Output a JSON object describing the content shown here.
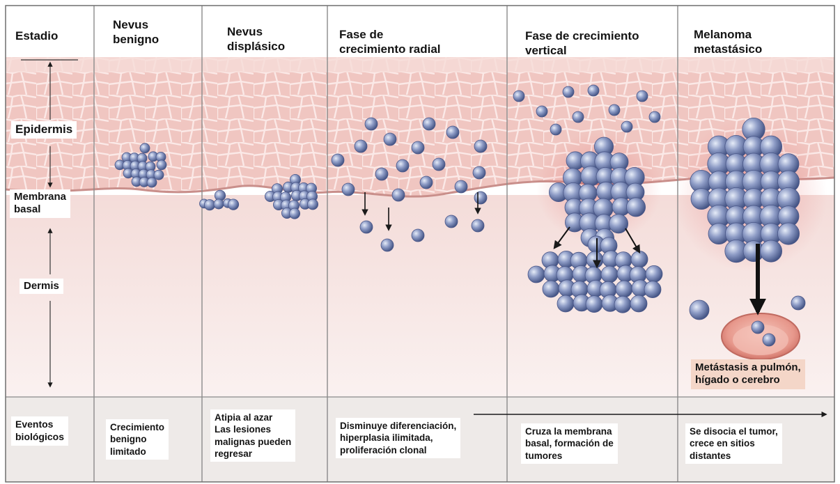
{
  "columns": [
    {
      "title": "Estadio",
      "event": "Eventos\nbiológicos"
    },
    {
      "title": "Nevus\nbenigno",
      "event": "Crecimiento\nbenigno\nlimitado"
    },
    {
      "title": "Nevus\ndisplásico",
      "event": "Atipia al azar\nLas lesiones\nmalignas pueden\nregresar"
    },
    {
      "title": "Fase de\ncrecimiento radial",
      "event": "Disminuye diferenciación,\nhiperplasia ilimitada,\nproliferación clonal"
    },
    {
      "title": "Fase de crecimiento\nvertical",
      "event": "Cruza la membrana\nbasal, formación de\ntumores"
    },
    {
      "title": "Melanoma\nmetastásico",
      "event": "Se disocia el tumor,\ncrece en sitios\ndistantes"
    }
  ],
  "layers": {
    "epidermis": "Epidermis",
    "basement_membrane": "Membrana\nbasal",
    "dermis": "Dermis"
  },
  "metastasis_label": "Metástasis a pulmón,\nhígado o cerebro",
  "colors": {
    "epidermis": "#f0c9c4",
    "dermis": "#f7e6e4",
    "cell": "#8f9cc4",
    "cell_dark": "#3f4f80",
    "events_band": "#eeeae8",
    "lung_nodule": "#e9958a"
  }
}
